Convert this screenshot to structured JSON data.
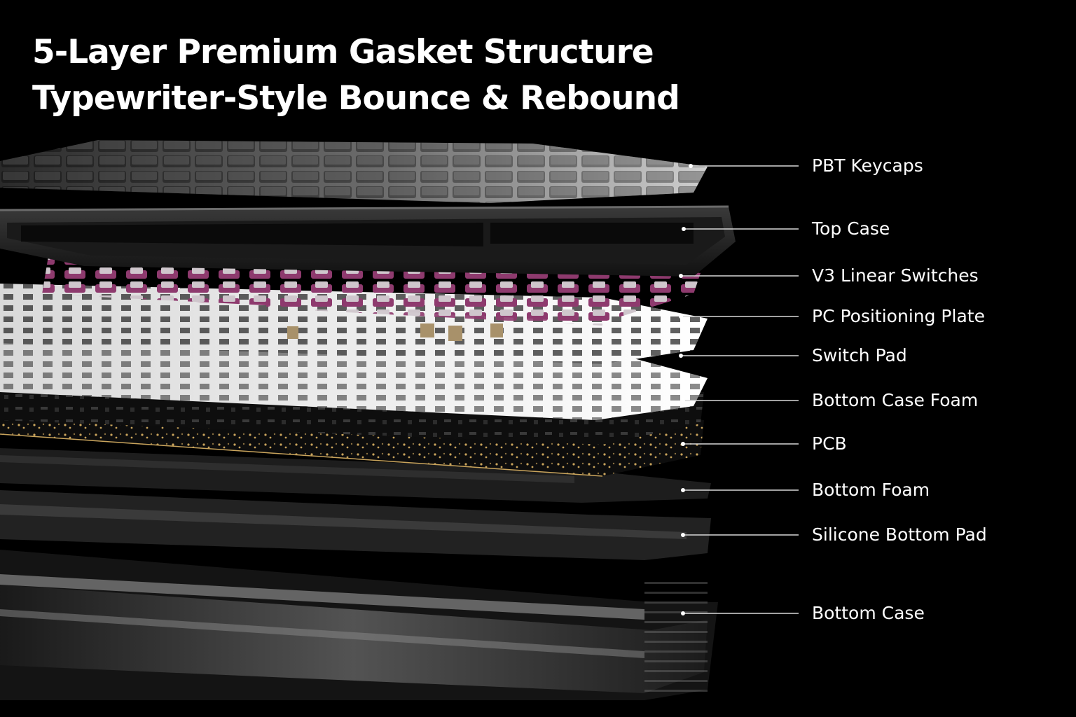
{
  "headline": {
    "line1": "5-Layer Premium Gasket Structure",
    "line2": "Typewriter-Style Bounce & Rebound"
  },
  "layers": [
    {
      "id": "pbt-keycaps",
      "label": "PBT Keycaps"
    },
    {
      "id": "top-case",
      "label": "Top Case"
    },
    {
      "id": "v3-linear-switches",
      "label": "V3 Linear Switches"
    },
    {
      "id": "pc-positioning-plate",
      "label": "PC Positioning Plate"
    },
    {
      "id": "switch-pad",
      "label": "Switch Pad"
    },
    {
      "id": "bottom-case-foam",
      "label": "Bottom Case Foam"
    },
    {
      "id": "pcb",
      "label": "PCB"
    },
    {
      "id": "bottom-foam",
      "label": "Bottom Foam"
    },
    {
      "id": "silicone-bottom-pad",
      "label": "Silicone Bottom Pad"
    },
    {
      "id": "bottom-case",
      "label": "Bottom Case"
    }
  ],
  "colors": {
    "background": "#000000",
    "text": "#ffffff",
    "switch_housing": "#8e3a6e",
    "plate": "#eeeeee",
    "pcb_dots": "#c9a45c"
  }
}
